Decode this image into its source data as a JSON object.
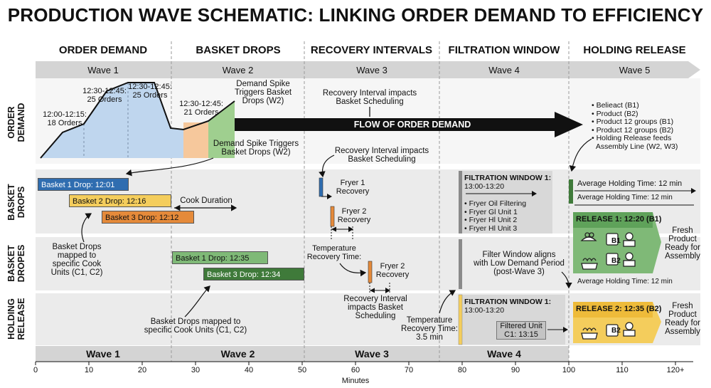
{
  "title": "PRODUCTION WAVE SCHEMATIC: LINKING ORDER DEMAND TO EFFICIENCY",
  "column_headers": [
    "ORDER DEMAND",
    "BASKET DROPS",
    "RECOVERY INTERVALS",
    "FILTRATION WINDOW",
    "HOLDING RELEASE"
  ],
  "waves_top": [
    "Wave 1",
    "Wave 2",
    "Wave 3",
    "Wave 4",
    "Wave 5"
  ],
  "waves_bottom": [
    "Wave 1",
    "Wave 2",
    "Wave 3",
    "Wave 4"
  ],
  "row_labels": {
    "order_demand": [
      "ORDER",
      "DEMAND"
    ],
    "basket_drops": [
      "BASKET",
      "DROPS"
    ],
    "basket_dropes": [
      "BASKET",
      "DROPES"
    ],
    "holding_release": [
      "HOLDING",
      "RELEASE"
    ]
  },
  "demand": {
    "label_a": [
      "12:00-12:15:",
      "18 Orders"
    ],
    "label_b": [
      "12:30-12:45:",
      "25 Orders"
    ],
    "label_c": [
      "12:30-12:45:",
      "25 Orders"
    ],
    "label_d": [
      "12:30-12:45:",
      "21 Orders"
    ],
    "spike_top": [
      "Demand Spike",
      "Triggers Basket",
      "Drops (W2)"
    ],
    "spike_bottom": [
      "Demand Spike Triggers",
      "Basket Drops (W2)"
    ],
    "recovery_note": [
      "Recovery Interval impacts",
      "Basket Scheduling"
    ],
    "recovery_note_2": [
      "Recovery Interval impacts",
      "Basket Scheduling"
    ],
    "flow_label": "FLOW OF ORDER DEMAND",
    "bullets": [
      "Belieact (B1)",
      "Product (B2)",
      "Product 12 groups (B1)",
      "Product 12 groups (B2)",
      "Holding Release feeds",
      "Assembly Line (W2, W3)"
    ]
  },
  "basket_drops": {
    "bars": [
      "Basket 1 Drop: 12:01",
      "Basket 2 Drop: 12:16",
      "Basket 3 Drop: 12:12"
    ],
    "cook_duration": "Cook Duration",
    "mapped_note": [
      "Basket Drops",
      "mapped to",
      "specific Cook",
      "Units (C1, C2)"
    ],
    "fryer1": [
      "Fryer 1",
      "Recovery"
    ],
    "fryer2": [
      "Fryer 2",
      "Recovery"
    ],
    "filtration_title": [
      "FILTRATION WINDOW 1:",
      "13:00-13:20"
    ],
    "filtration_items": [
      "Fryer Oil Filtering",
      "Fryer Gl Unit 1",
      "Fryer Hl Unit 2",
      "Fryer Hl Unit 3"
    ],
    "avg_hold_a": "Average Holding Time: 12 min",
    "avg_hold_b": "Average Holding Time: 12 min"
  },
  "basket_dropes": {
    "bars": [
      "Basket 1 Drop: 12:35",
      "Basket 3 Drop: 12:34"
    ],
    "temp_recovery": [
      "Temperature",
      "Recovery Time:"
    ],
    "fryer2": [
      "Fryer 2",
      "Recovery"
    ],
    "filter_note": [
      "Filter Window aligns",
      "with Low Demand Period",
      "(post-Wave 3)"
    ],
    "release1": "RELEASE 1: 12:20 (B1)",
    "fresh1": [
      "Fresh",
      "Product",
      "Ready for",
      "Assembly"
    ],
    "avg_hold_c": "Average Holding Time: 12 min"
  },
  "holding": {
    "mapped_note": [
      "Basket Drops mapped to",
      "specific Cook Units (C1, C2)"
    ],
    "recovery_note": [
      "Recovery Interval",
      "impacts Basket",
      "Scheduling"
    ],
    "temp_note": [
      "Temperature",
      "Recovery Time:",
      "3.5 min"
    ],
    "filtration_title": [
      "FILTRATION WINDOW 1:",
      "13:00-13:20"
    ],
    "filtered_unit": [
      "Filtered Unit",
      "C1: 13:15"
    ],
    "release2": "RELEASE 2: 12:35 (B2)",
    "fresh2": [
      "Fresh",
      "Product",
      "Ready for",
      "Assembly"
    ]
  },
  "badges": {
    "b1": "B1",
    "b2": "B2"
  },
  "axis": {
    "ticks": [
      "0",
      "10",
      "20",
      "30",
      "40",
      "50",
      "60",
      "70",
      "80",
      "90",
      "100",
      "110",
      "120+"
    ],
    "label": "Minutes"
  },
  "colors": {
    "wave_band": "#d4d4d4",
    "row_band": "#ebebeb",
    "blue_bar": "#2f6db0",
    "yellow_bar": "#f4cd5c",
    "orange_bar": "#e58a3a",
    "green_light": "#7fb977",
    "green_dark": "#3f7a3a",
    "flow_arrow": "#111111",
    "demand_fill": "#bfd6ee"
  }
}
